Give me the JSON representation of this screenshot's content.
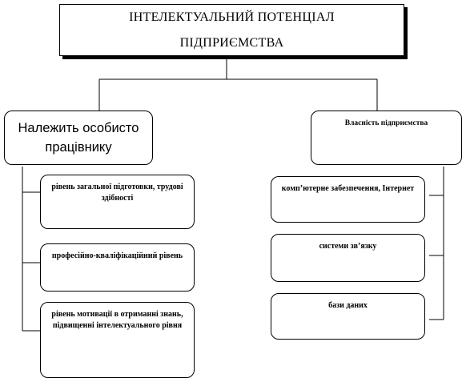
{
  "title": {
    "line1": "ІНТЕЛЕКТУАЛЬНИЙ ПОТЕНЦІАЛ",
    "line2": "ПІДПРИЄМСТВА"
  },
  "left_branch": {
    "heading": "Належить особисто працівнику",
    "items": [
      "рівень загальної підготовки, трудові здібності",
      "професійно-кваліфікаційний рівень",
      "рівень мотивації в отриманні знань, підвищенні інтелектуального рівня"
    ]
  },
  "right_branch": {
    "heading": "Власність підприємства",
    "items": [
      "комп’ютерне забезпечення, Інтернет",
      "системи зв’язку",
      "бази даних"
    ]
  }
}
